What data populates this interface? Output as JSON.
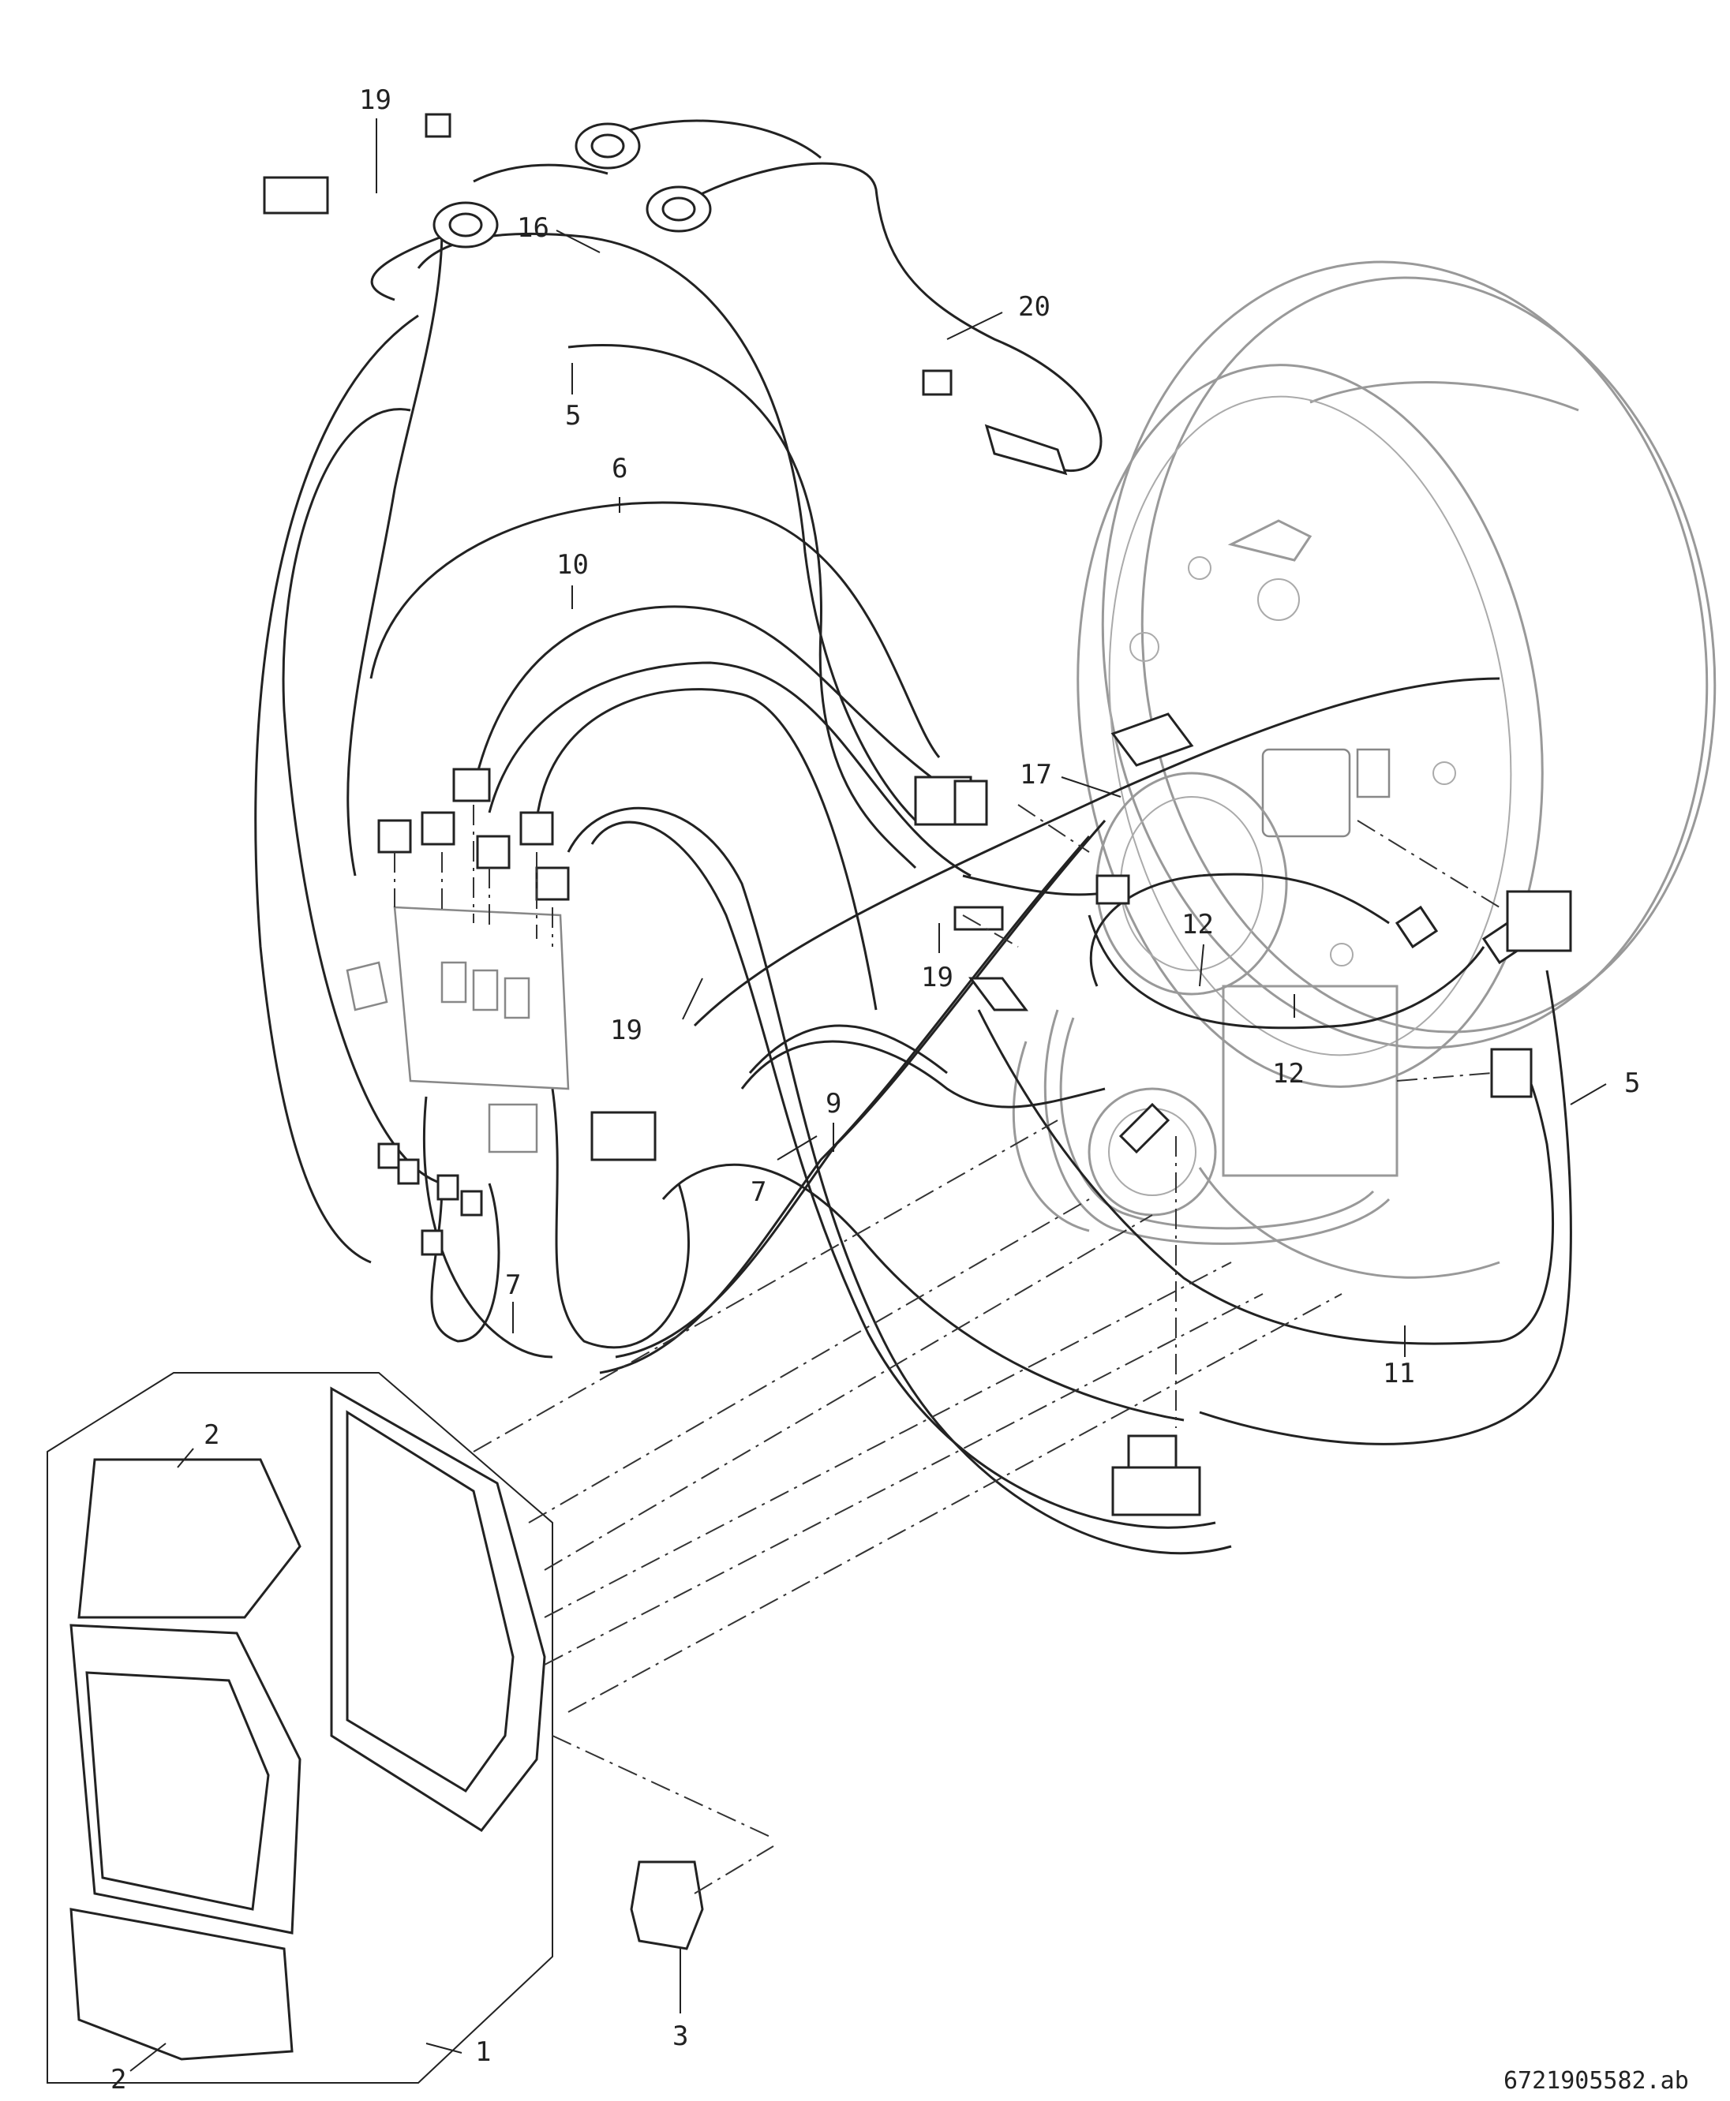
{
  "drawing_id": "6721905582.ab",
  "callouts": {
    "c1": "1",
    "c2a": "2",
    "c2b": "2",
    "c3": "3",
    "c5a": "5",
    "c5b": "5",
    "c6": "6",
    "c7a": "7",
    "c7b": "7",
    "c9": "9",
    "c10": "10",
    "c11": "11",
    "c12a": "12",
    "c12b": "12",
    "c16": "16",
    "c17": "17",
    "c19a": "19",
    "c19b": "19",
    "c19c": "19",
    "c20": "20"
  }
}
